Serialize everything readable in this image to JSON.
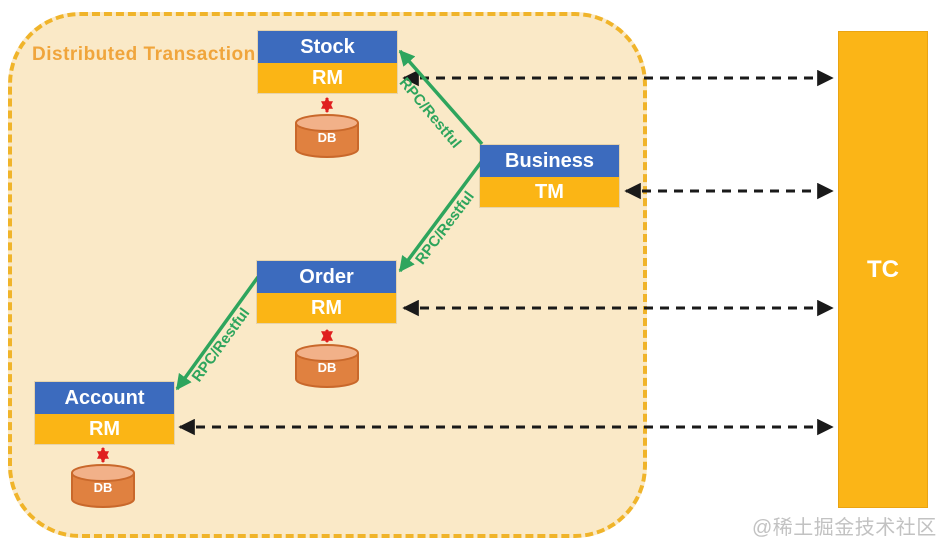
{
  "diagram": {
    "title": "Distributed Transaction",
    "watermark": "@稀土掘金技术社区",
    "nodes": [
      {
        "id": "stock",
        "service": "Stock",
        "role": "RM",
        "db": "DB"
      },
      {
        "id": "business",
        "service": "Business",
        "role": "TM"
      },
      {
        "id": "order",
        "service": "Order",
        "role": "RM",
        "db": "DB"
      },
      {
        "id": "account",
        "service": "Account",
        "role": "RM",
        "db": "DB"
      }
    ],
    "coordinator": {
      "label": "TC"
    },
    "rpc_labels": [
      "RPC/Restful",
      "RPC/Restful",
      "RPC/Restful"
    ],
    "colors": {
      "boundary_fill": "#FAE9C7",
      "boundary_border": "#F0B42A",
      "title_text": "#F0A53C",
      "service_header_blue": "#3C6BBE",
      "role_strip_yellow": "#FBB515",
      "tc_yellow": "#FBB517",
      "db_body_orange": "#E08140",
      "db_top_orange": "#F2B189",
      "rpc_green": "#2EA55D",
      "db_link_red": "#E01F1F",
      "tc_link_black": "#1A1A1A",
      "watermark_gray": "#C2C2C2"
    }
  }
}
